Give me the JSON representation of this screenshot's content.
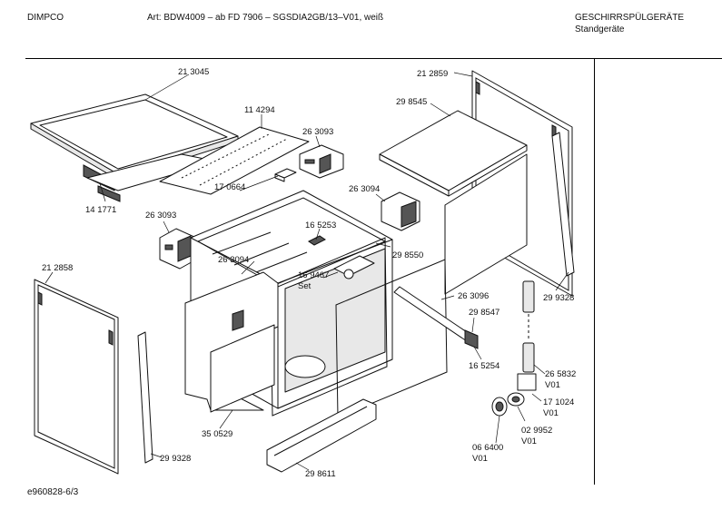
{
  "header": {
    "brand": "DIMPCO",
    "article": "Art: BDW4009 – ab FD 7906 – SGSDIA2GB/13–V01, weiß",
    "category": "GESCHIRRSPÜLGERÄTE",
    "subcategory": "Standgeräte"
  },
  "footer": {
    "code": "e960828-6/3"
  },
  "parts": {
    "p213045": "21 3045",
    "p114294": "11 4294",
    "p263093a": "26 3093",
    "p170664": "17 0664",
    "p141771": "14 1771",
    "p263093b": "26 3093",
    "p212859": "21 2859",
    "p298545": "29 8545",
    "p263094a": "26 3094",
    "p165253": "16 5253",
    "p298550": "29 8550",
    "p263094b": "26 3094",
    "p169467": "16 9467",
    "p169467_set": "Set",
    "p212858": "21 2858",
    "p263096": "26 3096",
    "p298547": "29 8547",
    "p165254": "16 5254",
    "p299328a": "29 9328",
    "p265832": "26 5832",
    "p265832_v": "V01",
    "p171024": "17 1024",
    "p171024_v": "V01",
    "p350529": "35 0529",
    "p299328b": "29 9328",
    "p298611": "29 8611",
    "p066400": "06 6400",
    "p066400_v": "V01",
    "p029952": "02 9952",
    "p029952_v": "V01"
  }
}
